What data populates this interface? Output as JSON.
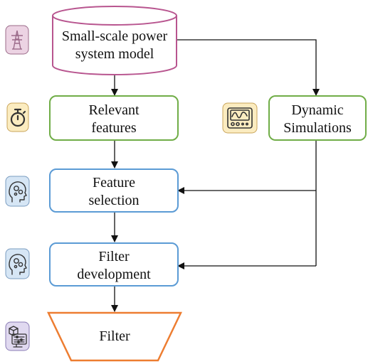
{
  "nodes": {
    "power_model": {
      "line1": "Small-scale power",
      "line2": "system model",
      "border_color": "#b8558f"
    },
    "relevant_features": {
      "line1": "Relevant",
      "line2": "features",
      "border_color": "#70ad47"
    },
    "dynamic_simulations": {
      "line1": "Dynamic",
      "line2": "Simulations",
      "border_color": "#70ad47"
    },
    "feature_selection": {
      "line1": "Feature",
      "line2": "selection",
      "border_color": "#5b9bd5"
    },
    "filter_development": {
      "line1": "Filter",
      "line2": "development",
      "border_color": "#5b9bd5"
    },
    "filter": {
      "label": "Filter",
      "border_color": "#ed7d31"
    }
  },
  "icons": {
    "power_model": {
      "name": "power-tower-icon",
      "bg": "#ecd3e3",
      "stroke": "#9b6b8a"
    },
    "relevant_features": {
      "name": "stopwatch-icon",
      "bg": "#fbecc0",
      "stroke": "#c9a45a"
    },
    "dynamic_simulations": {
      "name": "oscilloscope-icon",
      "bg": "#fbecc0",
      "stroke": "#c9a45a"
    },
    "feature_selection": {
      "name": "head-gears-icon",
      "bg": "#d6e6f5",
      "stroke": "#7a9cc0"
    },
    "filter_development": {
      "name": "head-gears-icon",
      "bg": "#d6e6f5",
      "stroke": "#7a9cc0"
    },
    "filter": {
      "name": "computer-settings-icon",
      "bg": "#e0d9f0",
      "stroke": "#8a7cb5"
    }
  }
}
